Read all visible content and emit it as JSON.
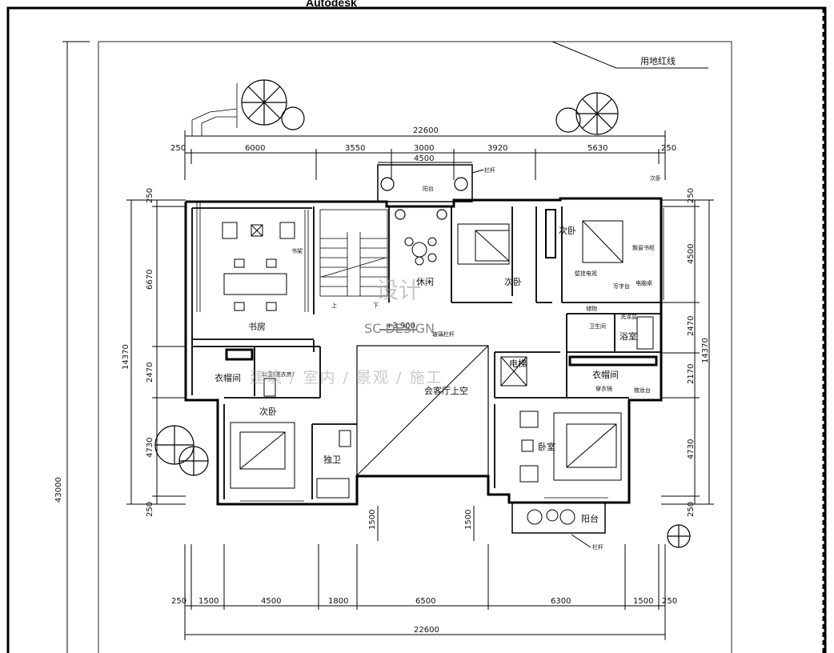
{
  "app_header": "Autodesk",
  "property_line_label": "用地红线",
  "watermark": {
    "main": "设计",
    "sub": "SC DESIGN",
    "services": "建筑 / 室内 / 景观 / 施工"
  },
  "level_mark": "+3.900",
  "dimensions": {
    "top_total": "22600",
    "top_segments": [
      "250",
      "6000",
      "3550",
      "3000",
      "3920",
      "5630",
      "250"
    ],
    "balcony_width": "4500",
    "bottom_segments": [
      "250",
      "1500",
      "4500",
      "1800",
      "6500",
      "6300",
      "1500",
      "250"
    ],
    "bottom_total": "22600",
    "left_segments": [
      "250",
      "6670",
      "2470",
      "4730",
      "250"
    ],
    "left_total": "14370",
    "overall_height": "43000",
    "right_segments": [
      "250",
      "4500",
      "2470",
      "2170",
      "4730",
      "250"
    ],
    "right_total": "14370",
    "projections": [
      "1500",
      "1500"
    ]
  },
  "rooms": {
    "study": "书房",
    "cloakroom_left": "衣帽间",
    "public_bath": "公卫(洗衣房)",
    "bedroom_lower_left": "次卧",
    "private_bath": "独卫",
    "lounge": "休闲",
    "balcony_top": "阳台",
    "bedroom_mid": "次卧",
    "bedroom_right": "次卧",
    "bath_right": "卫生间",
    "shower": "浴室",
    "cloakroom_right": "衣帽间",
    "elevator": "电梯",
    "living_void": "会客厅上空",
    "master_bedroom": "卧室",
    "balcony_bottom": "阳台"
  },
  "notes": {
    "railing_top": "栏杆",
    "glass_railing": "玻璃栏杆",
    "railing_bottom": "栏杆",
    "second_bedroom_tag": "次卧",
    "stairs_up": "上",
    "stairs_down": "下",
    "bookshelf": "书架",
    "wall_tv": "壁挂电视",
    "desk": "写字台",
    "pc_desk": "电脑桌",
    "storage": "储物",
    "laundry": "洗涤盆",
    "fitting_mirror": "穿衣镜",
    "dresser": "梳妆台",
    "window_seat": "飘窗书柜"
  }
}
